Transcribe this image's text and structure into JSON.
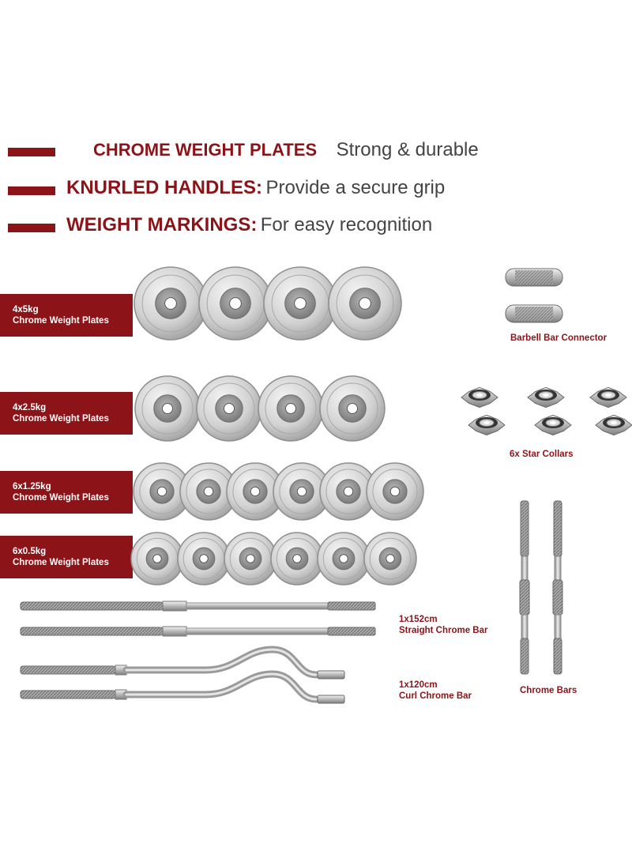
{
  "header": {
    "line1": {
      "strong": "CHROME WEIGHT PLATES",
      "rest": "Strong & durable"
    },
    "line2": {
      "strong": "KNURLED HANDLES:",
      "rest": "Provide a secure grip"
    },
    "line3": {
      "strong": "WEIGHT MARKINGS:",
      "rest": "For easy recognition"
    }
  },
  "plates": [
    {
      "count_label": "4x5kg",
      "name": "Chrome Weight Plates",
      "count": 4
    },
    {
      "count_label": "4x2.5kg",
      "name": "Chrome Weight Plates",
      "count": 4
    },
    {
      "count_label": "6x1.25kg",
      "name": "Chrome Weight Plates",
      "count": 6
    },
    {
      "count_label": "6x0.5kg",
      "name": "Chrome Weight Plates",
      "count": 6
    }
  ],
  "captions": {
    "connector": "Barbell Bar Connector",
    "collars": "6x Star Collars",
    "straight_bar_count": "1x152cm",
    "straight_bar_name": "Straight Chrome Bar",
    "curl_bar_count": "1x120cm",
    "curl_bar_name": "Curl Chrome Bar",
    "chrome_bars": "Chrome Bars"
  },
  "colors": {
    "brand_red": "#8c1418",
    "chrome_light": "#e8e8e8",
    "chrome_mid": "#bdbdbd",
    "chrome_dark": "#8a8a8a"
  }
}
